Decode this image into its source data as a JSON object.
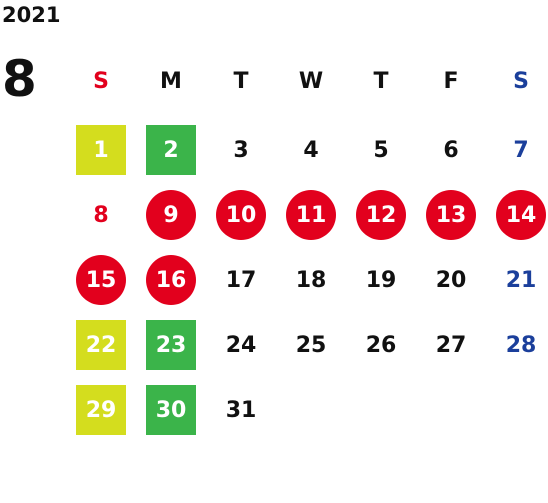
{
  "calendar": {
    "year": "2021",
    "month": "8",
    "weekdays": [
      {
        "label": "S",
        "type": "sunday"
      },
      {
        "label": "M",
        "type": "weekday"
      },
      {
        "label": "T",
        "type": "weekday"
      },
      {
        "label": "W",
        "type": "weekday"
      },
      {
        "label": "T",
        "type": "weekday"
      },
      {
        "label": "F",
        "type": "weekday"
      },
      {
        "label": "S",
        "type": "saturday"
      }
    ],
    "weeks": [
      [
        {
          "day": "1",
          "marker": "square-yellow"
        },
        {
          "day": "2",
          "marker": "square-green"
        },
        {
          "day": "3",
          "marker": "none"
        },
        {
          "day": "4",
          "marker": "none"
        },
        {
          "day": "5",
          "marker": "none"
        },
        {
          "day": "6",
          "marker": "none"
        },
        {
          "day": "7",
          "marker": "none"
        }
      ],
      [
        {
          "day": "8",
          "marker": "none"
        },
        {
          "day": "9",
          "marker": "circle-red"
        },
        {
          "day": "10",
          "marker": "circle-red"
        },
        {
          "day": "11",
          "marker": "circle-red"
        },
        {
          "day": "12",
          "marker": "circle-red"
        },
        {
          "day": "13",
          "marker": "circle-red"
        },
        {
          "day": "14",
          "marker": "circle-red"
        }
      ],
      [
        {
          "day": "15",
          "marker": "circle-red"
        },
        {
          "day": "16",
          "marker": "circle-red"
        },
        {
          "day": "17",
          "marker": "none"
        },
        {
          "day": "18",
          "marker": "none"
        },
        {
          "day": "19",
          "marker": "none"
        },
        {
          "day": "20",
          "marker": "none"
        },
        {
          "day": "21",
          "marker": "none"
        }
      ],
      [
        {
          "day": "22",
          "marker": "square-yellow"
        },
        {
          "day": "23",
          "marker": "square-green"
        },
        {
          "day": "24",
          "marker": "none"
        },
        {
          "day": "25",
          "marker": "none"
        },
        {
          "day": "26",
          "marker": "none"
        },
        {
          "day": "27",
          "marker": "none"
        },
        {
          "day": "28",
          "marker": "none"
        }
      ],
      [
        {
          "day": "29",
          "marker": "square-yellow"
        },
        {
          "day": "30",
          "marker": "square-green"
        },
        {
          "day": "31",
          "marker": "none"
        }
      ]
    ]
  },
  "colors": {
    "text": "#111111",
    "sunday": "#e2001d",
    "saturday": "#1b3f9b",
    "yellow_marker": "#d4dd1e",
    "green_marker": "#3bb44a",
    "red_marker": "#e2001d"
  }
}
